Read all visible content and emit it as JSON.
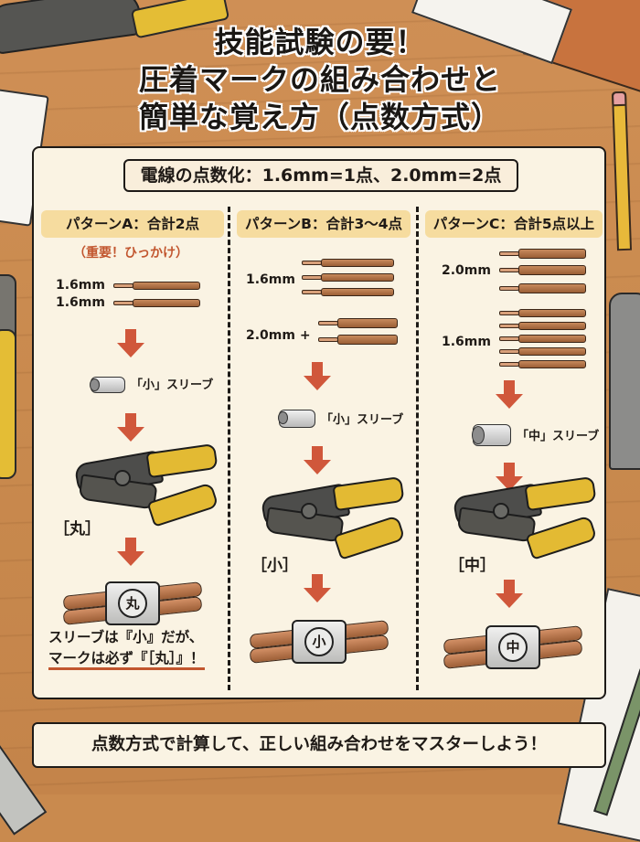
{
  "title": {
    "line1": "技能試験の要！",
    "line2": "圧着マークの組み合わせと",
    "line3": "簡単な覚え方（点数方式）"
  },
  "rule": "電線の点数化：1.6mm=1点、2.0mm=2点",
  "patterns": [
    {
      "header": "パターンA：合計2点",
      "warning": "（重要！ひっかけ）",
      "wires": [
        {
          "label": "1.6mm",
          "count": 1
        },
        {
          "label": "1.6mm",
          "count": 1
        }
      ],
      "sleeve": "「小」スリーブ",
      "die_mark": "［丸］",
      "stamp": "丸",
      "note_line1": "スリーブは『小』だが、",
      "note_line2": "マークは必ず『［丸］』！"
    },
    {
      "header": "パターンB：合計3〜4点",
      "wires": [
        {
          "label": "1.6mm",
          "count": 3
        },
        {
          "label": "2.0mm +",
          "count": 2
        }
      ],
      "sleeve": "「小」スリーブ",
      "die_mark": "［小］",
      "stamp": "小"
    },
    {
      "header": "パターンC：合計5点以上",
      "wires": [
        {
          "label": "2.0mm",
          "count": 3
        },
        {
          "label": "1.6mm",
          "count": 5
        }
      ],
      "sleeve": "「中」スリーブ",
      "die_mark": "［中］",
      "stamp": "中"
    }
  ],
  "footer": "点数方式で計算して、正しい組み合わせをマスターしよう！",
  "colors": {
    "panel_bg": "#faf3e3",
    "header_bg": "#f6dc9f",
    "accent_red": "#d0573b",
    "warning_text": "#c2562f",
    "desk": "#c98a4e",
    "handle_yellow": "#e3ba33"
  }
}
